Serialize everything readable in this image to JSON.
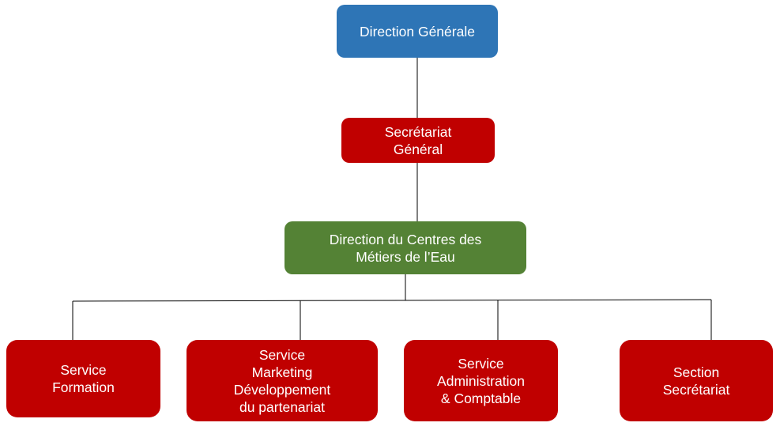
{
  "org_chart": {
    "top": {
      "label": "Direction Générale",
      "color": "#2e75b6"
    },
    "secretariat": {
      "label": "Secrétariat\nGénéral",
      "color": "#c00000"
    },
    "direction": {
      "label": "Direction du Centres des\nMétiers de l’Eau",
      "color": "#548235"
    },
    "units": [
      {
        "label": "Service\nFormation",
        "color": "#c00000"
      },
      {
        "label": "Service\nMarketing\nDéveloppement\ndu partenariat",
        "color": "#c00000"
      },
      {
        "label": "Service\nAdministration\n& Comptable",
        "color": "#c00000"
      },
      {
        "label": "Section\nSecrétariat",
        "color": "#c00000"
      }
    ]
  }
}
